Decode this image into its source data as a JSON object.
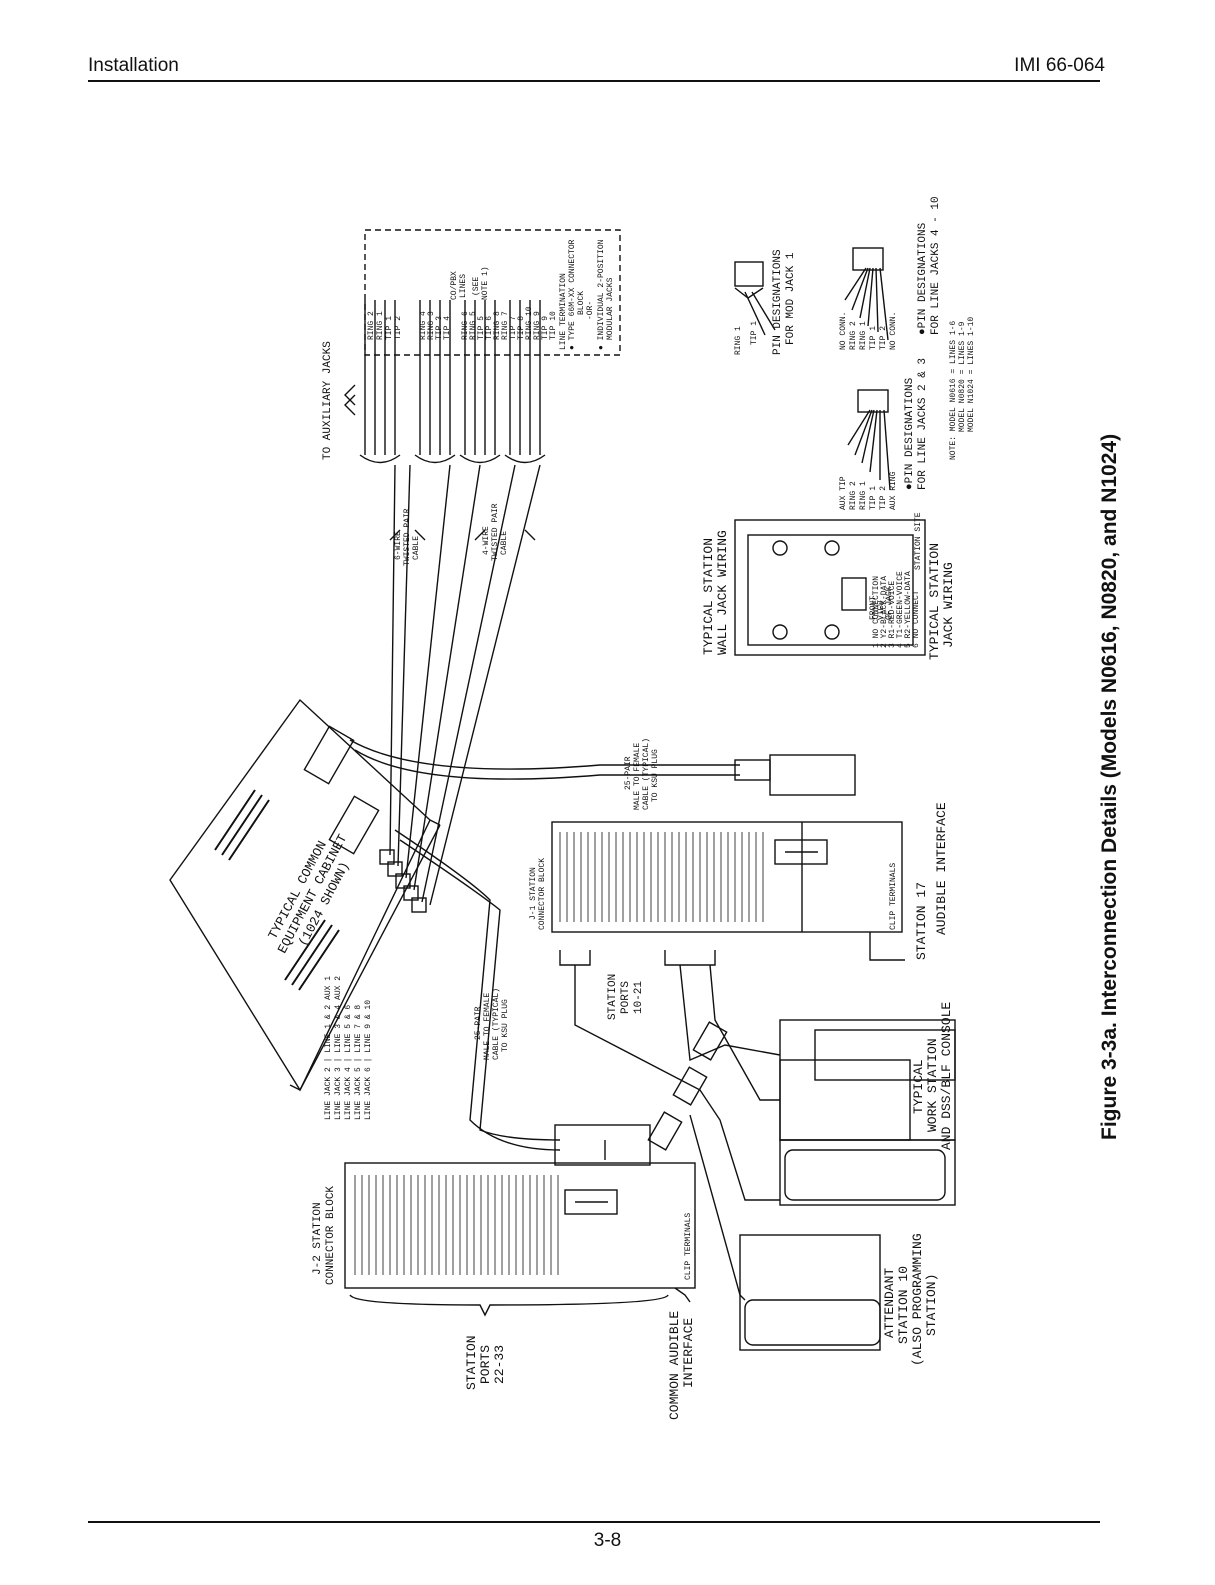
{
  "header": {
    "left": "Installation",
    "right": "IMI 66-064"
  },
  "footer": {
    "page_number": "3-8"
  },
  "figure": {
    "caption": "Figure 3-3a.  Interconnection Details (Models N0616, N0820, and N1024)"
  },
  "labels": {
    "cabinet": [
      "TYPICAL COMMON",
      "EQUIPMENT CABINET",
      "(1024 SHOWN)"
    ],
    "aux_jacks": "TO AUXILIARY JACKS",
    "six_wire": [
      "6-WIRE",
      "TWISTED PAIR",
      "CABLE"
    ],
    "four_wire": [
      "4-WIRE",
      "TWISTED PAIR",
      "CABLE"
    ],
    "line_termination": [
      "LINE TERMINATION",
      "● TYPE 66M-XX CONNECTOR",
      "BLOCK",
      "-OR-",
      "● INDIVIDUAL 2-POSITION",
      "MODULAR JACKS"
    ],
    "co_pbx": [
      "CO/PBX",
      "LINES",
      "(SEE",
      "NOTE 1)"
    ],
    "wall_jack": [
      "TYPICAL STATION",
      "WALL JACK WIRING"
    ],
    "station_jack": [
      "TYPICAL STATION",
      "JACK WIRING"
    ],
    "pin_mod_jack": [
      "PIN DESIGNATIONS",
      "FOR MOD JACK 1"
    ],
    "pin_jacks_2_3": [
      "●PIN DESIGNATIONS",
      "FOR LINE JACKS 2 & 3"
    ],
    "pin_jacks_4_10": [
      "●PIN DESIGNATIONS",
      "FOR LINE JACKS 4 - 10"
    ],
    "note": [
      "NOTE: MODEL N0616 = LINES 1-6",
      "MODEL N0820 = LINES 1-9",
      "MODEL N1024 = LINES 1-10"
    ],
    "cable_j1": [
      "25-PAIR",
      "MALE TO FEMALE",
      "CABLE (TYPICAL)",
      "TO KSU PLUG"
    ],
    "cable_j2": [
      "25-PAIR",
      "MALE TO FEMALE",
      "CABLE (TYPICAL)",
      "TO KSU PLUG"
    ],
    "j1_block": [
      "J-1 STATION",
      "CONNECTOR BLOCK"
    ],
    "j2_block": [
      "J-2 STATION",
      "CONNECTOR BLOCK"
    ],
    "station_ports_10_21": [
      "STATION",
      "PORTS",
      "10-21"
    ],
    "station_ports_22_33": [
      "STATION",
      "PORTS",
      "22-33"
    ],
    "station_17": "STATION 17",
    "audible_interface": "AUDIBLE INTERFACE",
    "common_audible": [
      "COMMON AUDIBLE",
      "INTERFACE"
    ],
    "work_station": [
      "TYPICAL",
      "WORK STATION",
      "AND DSS/BLF CONSOLE"
    ],
    "attendant": [
      "ATTENDANT",
      "STATION 10",
      "(ALSO PROGRAMMING",
      "STATION)"
    ],
    "clip_terminals": "CLIP TERMINALS",
    "line_jacks": [
      "LINE JACK 2 | LINE 1 & 2 AUX 1",
      "LINE JACK 3 | LINE 3 & 4 AUX 2",
      "LINE JACK 4 | LINE 5 & 6",
      "LINE JACK 5 | LINE 7 & 8",
      "LINE JACK 6 | LINE 9 & 10"
    ],
    "ring_tip_top": [
      "RING 2",
      "RING 1",
      "TIP 1",
      "TIP 2"
    ],
    "ring_tip_lines": [
      "RING 4",
      "RING 3",
      "TIP 3",
      "TIP 4",
      "RING 6",
      "RING 5",
      "TIP 5",
      "TIP 6",
      "RING 8",
      "RING 7",
      "TIP 7",
      "TIP 8",
      "RING 10",
      "RING 9",
      "TIP 9",
      "TIP 10"
    ],
    "mod_jack_pins": [
      "RING 1",
      "TIP 1"
    ],
    "jack23_pins": [
      "AUX TIP",
      "RING 2",
      "RING 1",
      "TIP 1",
      "TIP 2",
      "AUX RING"
    ],
    "jack410_pins": [
      "NO CONN.",
      "RING 2",
      "RING 1",
      "TIP 1",
      "TIP 2",
      "NO CONN."
    ],
    "wire_colors": [
      "1 NO CONNECTION",
      "2 Y2-BLACK-DATA",
      "3 R1-RED-VOICE",
      "4 T1-GREEN-VOICE",
      "5 R2-YELLOW-DATA",
      "6 NO CONNECT"
    ],
    "jack_side": [
      "STATION SITE",
      "FRONT",
      "VIEW",
      "OF JACK"
    ]
  }
}
